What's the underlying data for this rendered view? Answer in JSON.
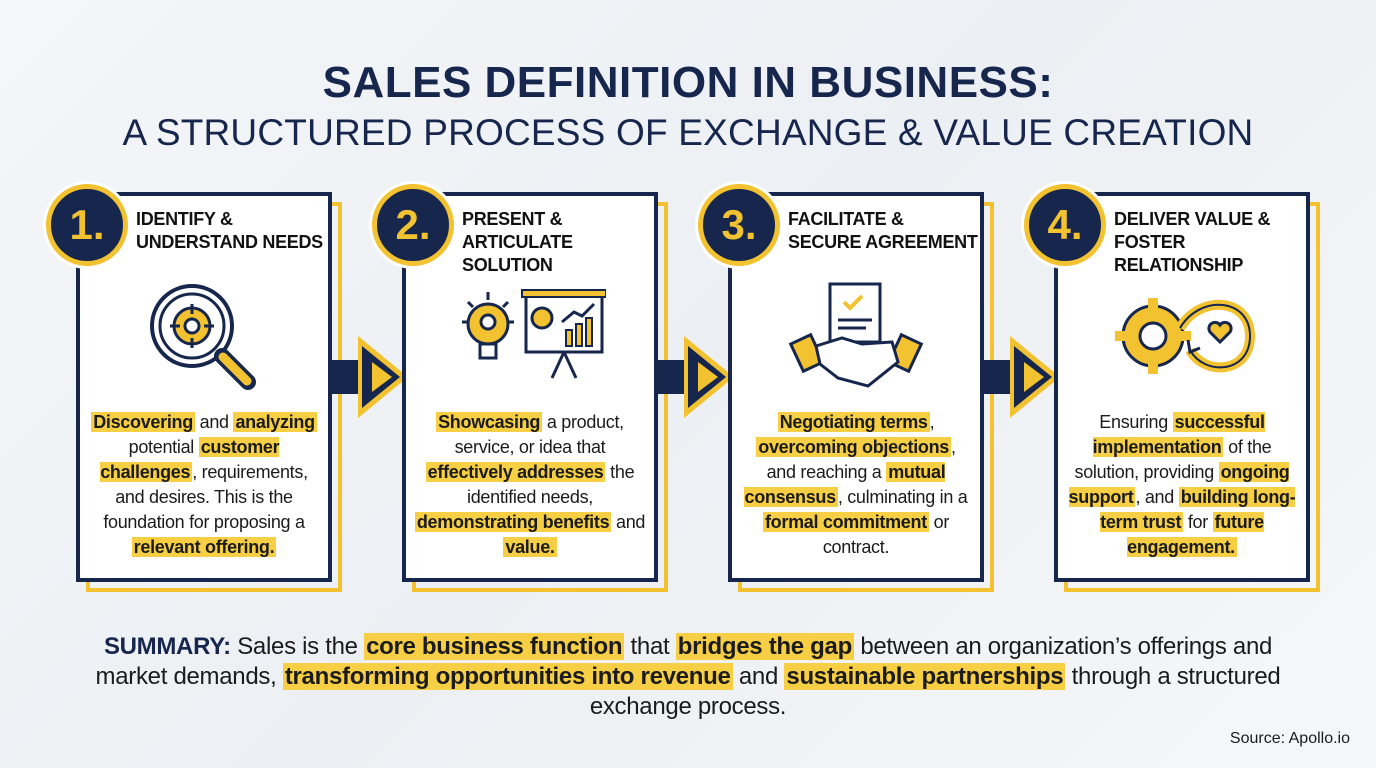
{
  "title": "SALES DEFINITION IN BUSINESS:",
  "subtitle": "A STRUCTURED PROCESS OF EXCHANGE & VALUE CREATION",
  "colors": {
    "navy": "#16264d",
    "yellow": "#f2c230",
    "highlight": "#f7cf45"
  },
  "steps": [
    {
      "number": "1.",
      "heading_line1": "IDENTIFY &",
      "heading_line2": "UNDERSTAND NEEDS",
      "icon": "magnifier-target-icon",
      "description": [
        {
          "text": "Discovering",
          "hl": true
        },
        {
          "text": " and ",
          "hl": false
        },
        {
          "text": "analyzing",
          "hl": true
        },
        {
          "text": " potential ",
          "hl": false
        },
        {
          "text": "customer challenges",
          "hl": true
        },
        {
          "text": ", requirements, and desires. This is the foundation for proposing a ",
          "hl": false
        },
        {
          "text": "relevant offering.",
          "hl": true
        }
      ]
    },
    {
      "number": "2.",
      "heading_line1": "PRESENT &",
      "heading_line2": "ARTICULATE SOLUTION",
      "icon": "lightbulb-presentation-icon",
      "description": [
        {
          "text": "Showcasing",
          "hl": true
        },
        {
          "text": " a product, service, or idea that ",
          "hl": false
        },
        {
          "text": "effectively addresses",
          "hl": true
        },
        {
          "text": " the identified needs, ",
          "hl": false
        },
        {
          "text": "demonstrating benefits",
          "hl": true
        },
        {
          "text": " and ",
          "hl": false
        },
        {
          "text": "value.",
          "hl": true
        }
      ]
    },
    {
      "number": "3.",
      "heading_line1": "FACILITATE &",
      "heading_line2": "SECURE AGREEMENT",
      "icon": "handshake-document-icon",
      "description": [
        {
          "text": "Negotiating terms",
          "hl": true
        },
        {
          "text": ", ",
          "hl": false
        },
        {
          "text": "overcoming objections",
          "hl": true
        },
        {
          "text": ", and reaching a ",
          "hl": false
        },
        {
          "text": "mutual consensus",
          "hl": true
        },
        {
          "text": ", culminating in a ",
          "hl": false
        },
        {
          "text": "formal commitment",
          "hl": true
        },
        {
          "text": " or contract.",
          "hl": false
        }
      ]
    },
    {
      "number": "4.",
      "heading_line1": "DELIVER VALUE &",
      "heading_line2": "FOSTER RELATIONSHIP",
      "icon": "gear-infinity-heart-icon",
      "description": [
        {
          "text": "Ensuring ",
          "hl": false
        },
        {
          "text": "successful implementation",
          "hl": true
        },
        {
          "text": " of the solution, providing ",
          "hl": false
        },
        {
          "text": "ongoing support",
          "hl": true
        },
        {
          "text": ", and ",
          "hl": false
        },
        {
          "text": "building long-term trust",
          "hl": true
        },
        {
          "text": " for ",
          "hl": false
        },
        {
          "text": "future engagement.",
          "hl": true
        }
      ]
    }
  ],
  "summary": {
    "label": "SUMMARY:",
    "segments": [
      {
        "text": " Sales is the ",
        "hl": false
      },
      {
        "text": "core business function",
        "hl": true
      },
      {
        "text": " that ",
        "hl": false
      },
      {
        "text": "bridges the gap",
        "hl": true
      },
      {
        "text": " between an organization’s offerings and market demands, ",
        "hl": false
      },
      {
        "text": "transforming opportunities into revenue",
        "hl": true
      },
      {
        "text": " and ",
        "hl": false
      },
      {
        "text": "sustainable partnerships",
        "hl": true
      },
      {
        "text": " through a structured exchange process.",
        "hl": false
      }
    ]
  },
  "source": "Source: Apollo.io"
}
